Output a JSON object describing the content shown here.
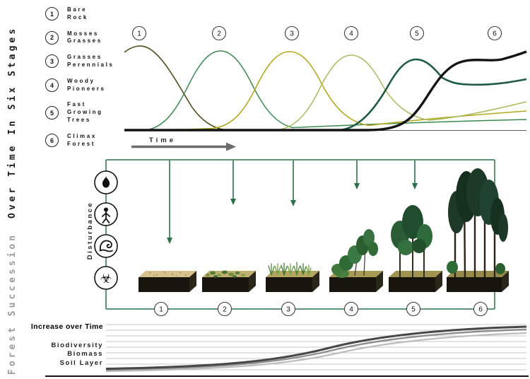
{
  "title": {
    "part1": "Forest Succession",
    "part2": "Over Time In Six Stages"
  },
  "legend": {
    "items": [
      {
        "num": "1",
        "lines": [
          "Bare",
          "Rock"
        ]
      },
      {
        "num": "2",
        "lines": [
          "Mosses",
          "Grasses"
        ]
      },
      {
        "num": "3",
        "lines": [
          "Grasses",
          "Perennials"
        ]
      },
      {
        "num": "4",
        "lines": [
          "Woody",
          "Pioneers"
        ]
      },
      {
        "num": "5",
        "lines": [
          "Fast",
          "Growing",
          "Trees"
        ]
      },
      {
        "num": "6",
        "lines": [
          "Climax",
          "Forest"
        ]
      }
    ]
  },
  "chart": {
    "stage_markers": [
      "1",
      "2",
      "3",
      "4",
      "5",
      "6"
    ],
    "time_label": "Time",
    "colors": {
      "stage1": "#574f1d",
      "stage2": "#3a8a50",
      "stage3": "#b5a81e",
      "stage4": "#a9b95e",
      "stage5": "#1d5b43",
      "stage6": "#141414",
      "frame_green": "#2a7047"
    }
  },
  "disturbance": {
    "label": "Disturbance",
    "icons": [
      "fire-icon",
      "person-icon",
      "wave-icon",
      "biohazard-icon"
    ],
    "biohazard_char": "☣"
  },
  "stages_row": {
    "numbers": [
      "1",
      "2",
      "3",
      "4",
      "5",
      "6"
    ]
  },
  "bottom": {
    "heading": "Increase over Time",
    "labels": [
      "Biodiversity",
      "Biomass",
      "Soil Layer"
    ]
  },
  "chart_data": [
    {
      "type": "line",
      "title": "Relative abundance of six successional stages over time",
      "x": [
        0,
        1,
        2,
        3,
        4,
        5,
        6,
        7,
        8,
        9,
        10
      ],
      "series": [
        {
          "name": "1 Bare Rock",
          "values": [
            1.0,
            0.85,
            0.35,
            0.05,
            0,
            0,
            0,
            0,
            0,
            0,
            0
          ]
        },
        {
          "name": "2 Mosses Grasses",
          "values": [
            0,
            0.3,
            0.95,
            0.5,
            0.12,
            0.06,
            0.06,
            0.06,
            0.07,
            0.07,
            0.08
          ]
        },
        {
          "name": "3 Grasses Perennials",
          "values": [
            0,
            0,
            0.2,
            0.95,
            0.55,
            0.18,
            0.12,
            0.12,
            0.13,
            0.14,
            0.15
          ]
        },
        {
          "name": "4 Woody Pioneers",
          "values": [
            0,
            0,
            0,
            0.2,
            0.9,
            0.55,
            0.28,
            0.22,
            0.26,
            0.3,
            0.35
          ]
        },
        {
          "name": "5 Fast Growing Trees",
          "values": [
            0,
            0,
            0,
            0,
            0.15,
            0.85,
            0.65,
            0.58,
            0.56,
            0.58,
            0.6
          ]
        },
        {
          "name": "6 Climax Forest",
          "values": [
            0,
            0,
            0,
            0,
            0,
            0.05,
            0.5,
            0.78,
            0.88,
            0.93,
            0.97
          ]
        }
      ],
      "xlabel": "Time",
      "ylabel": "",
      "grid": false,
      "legend_position": "left"
    },
    {
      "type": "line",
      "title": "Increase over Time",
      "x": [
        0,
        2,
        4,
        6,
        8,
        10
      ],
      "series": [
        {
          "name": "Biodiversity",
          "values": [
            0.02,
            0.06,
            0.22,
            0.58,
            0.85,
            0.95
          ]
        },
        {
          "name": "Biomass",
          "values": [
            0.02,
            0.05,
            0.18,
            0.52,
            0.8,
            0.9
          ]
        },
        {
          "name": "Soil Layer",
          "values": [
            0.02,
            0.04,
            0.15,
            0.47,
            0.74,
            0.86
          ]
        }
      ],
      "grid": true
    }
  ]
}
